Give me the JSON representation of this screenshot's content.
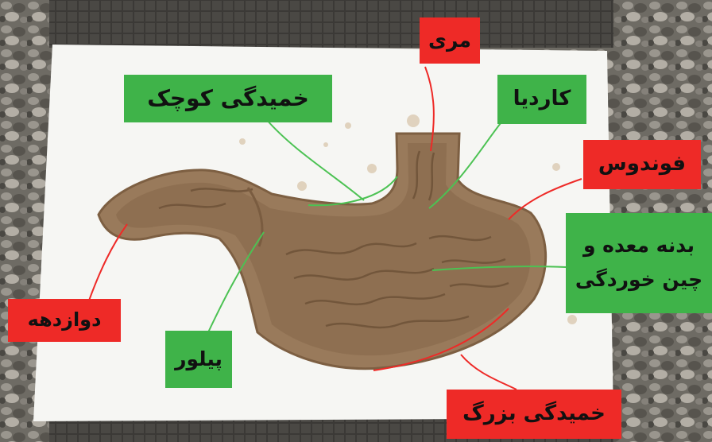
{
  "colors": {
    "green_label": "#3fb349",
    "red_label": "#ee2a27",
    "clay": "#9a7b5c",
    "paper": "#f7f7f4",
    "gravel": "#6d6a63"
  },
  "labels": {
    "esophagus": "مری",
    "lesser_curvature": "خمیدگی کوچک",
    "cardia": "کاردیا",
    "fundus": "فوندوس",
    "body_line1": "بدنه معده و",
    "body_line2": "چین خوردگی",
    "duodenum": "دوازدهه",
    "pylorus": "پیلور",
    "greater_curvature": "خمیدگی بزرگ"
  }
}
